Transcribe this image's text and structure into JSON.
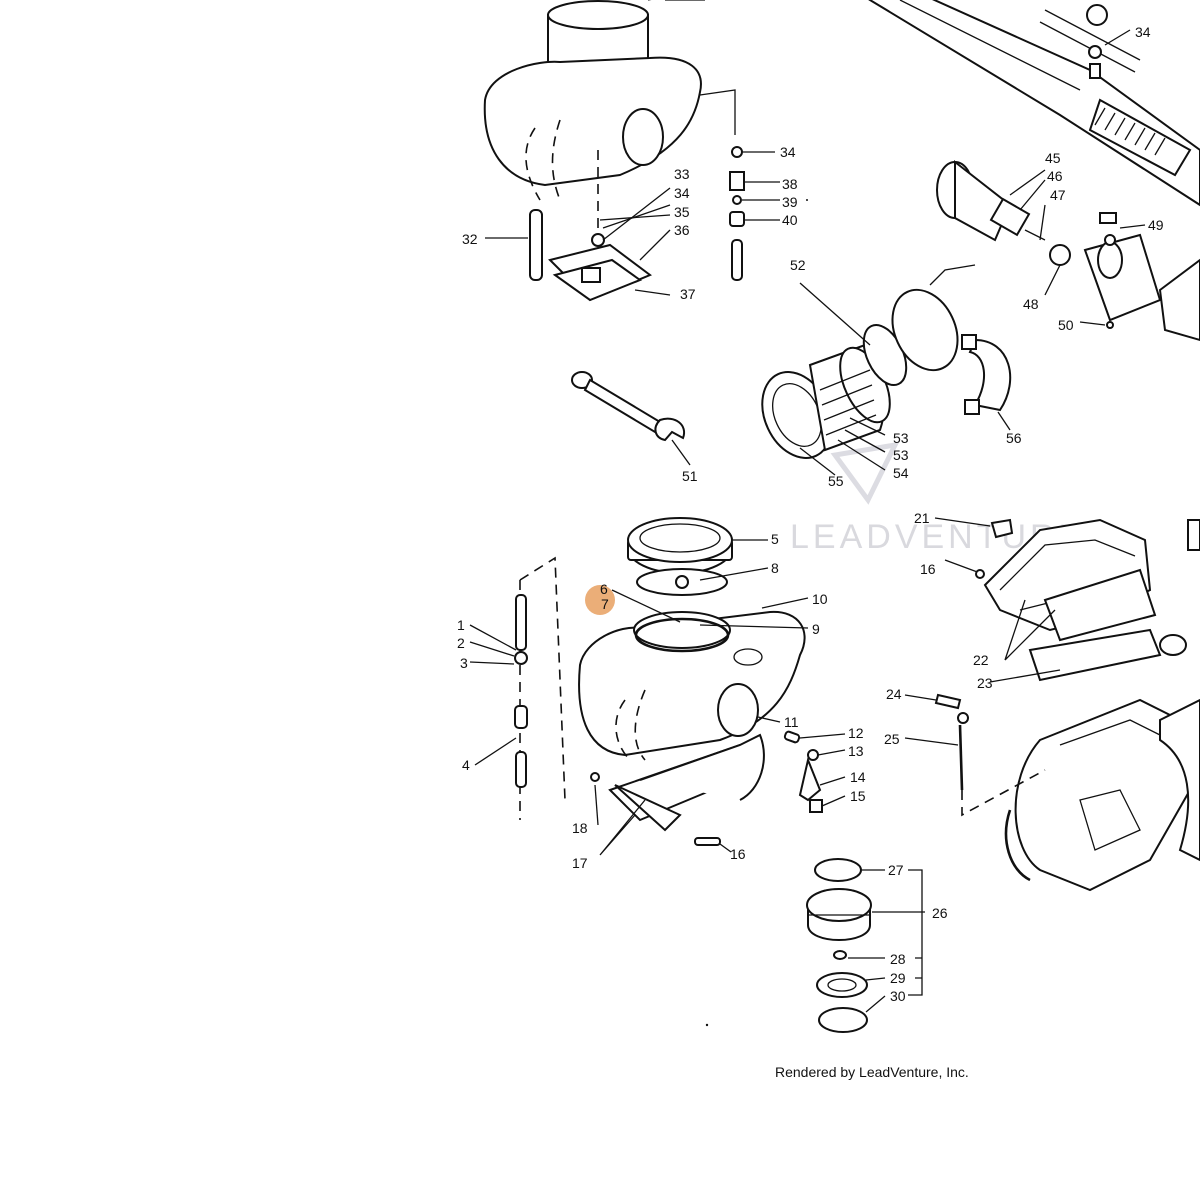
{
  "watermark": {
    "text": "LEADVENTURE"
  },
  "highlight": {
    "color": "#e8a060",
    "part": "7"
  },
  "footer": {
    "credit": "Rendered by LeadVenture, Inc."
  },
  "labels": [
    {
      "id": "34",
      "text": "34"
    },
    {
      "id": "34b",
      "text": "34"
    },
    {
      "id": "34c",
      "text": "34"
    },
    {
      "id": "38",
      "text": "38"
    },
    {
      "id": "39",
      "text": "39"
    },
    {
      "id": "40",
      "text": "40"
    },
    {
      "id": "33",
      "text": "33"
    },
    {
      "id": "35",
      "text": "35"
    },
    {
      "id": "36",
      "text": "36"
    },
    {
      "id": "32",
      "text": "32"
    },
    {
      "id": "37",
      "text": "37"
    },
    {
      "id": "45",
      "text": "45"
    },
    {
      "id": "46",
      "text": "46"
    },
    {
      "id": "47",
      "text": "47"
    },
    {
      "id": "49",
      "text": "49"
    },
    {
      "id": "48",
      "text": "48"
    },
    {
      "id": "50",
      "text": "50"
    },
    {
      "id": "52",
      "text": "52"
    },
    {
      "id": "51",
      "text": "51"
    },
    {
      "id": "53",
      "text": "53"
    },
    {
      "id": "53b",
      "text": "53"
    },
    {
      "id": "54",
      "text": "54"
    },
    {
      "id": "55",
      "text": "55"
    },
    {
      "id": "56",
      "text": "56"
    },
    {
      "id": "21",
      "text": "21"
    },
    {
      "id": "16",
      "text": "16"
    },
    {
      "id": "22",
      "text": "22"
    },
    {
      "id": "23",
      "text": "23"
    },
    {
      "id": "24",
      "text": "24"
    },
    {
      "id": "25",
      "text": "25"
    },
    {
      "id": "5",
      "text": "5"
    },
    {
      "id": "6",
      "text": "6"
    },
    {
      "id": "7",
      "text": "7"
    },
    {
      "id": "8",
      "text": "8"
    },
    {
      "id": "10",
      "text": "10"
    },
    {
      "id": "9",
      "text": "9"
    },
    {
      "id": "1",
      "text": "1"
    },
    {
      "id": "2",
      "text": "2"
    },
    {
      "id": "3",
      "text": "3"
    },
    {
      "id": "4",
      "text": "4"
    },
    {
      "id": "11",
      "text": "11"
    },
    {
      "id": "12",
      "text": "12"
    },
    {
      "id": "13",
      "text": "13"
    },
    {
      "id": "14",
      "text": "14"
    },
    {
      "id": "15",
      "text": "15"
    },
    {
      "id": "18",
      "text": "18"
    },
    {
      "id": "17",
      "text": "17"
    },
    {
      "id": "16b",
      "text": "16"
    },
    {
      "id": "27",
      "text": "27"
    },
    {
      "id": "26",
      "text": "26"
    },
    {
      "id": "28",
      "text": "28"
    },
    {
      "id": "29",
      "text": "29"
    },
    {
      "id": "30",
      "text": "30"
    }
  ]
}
